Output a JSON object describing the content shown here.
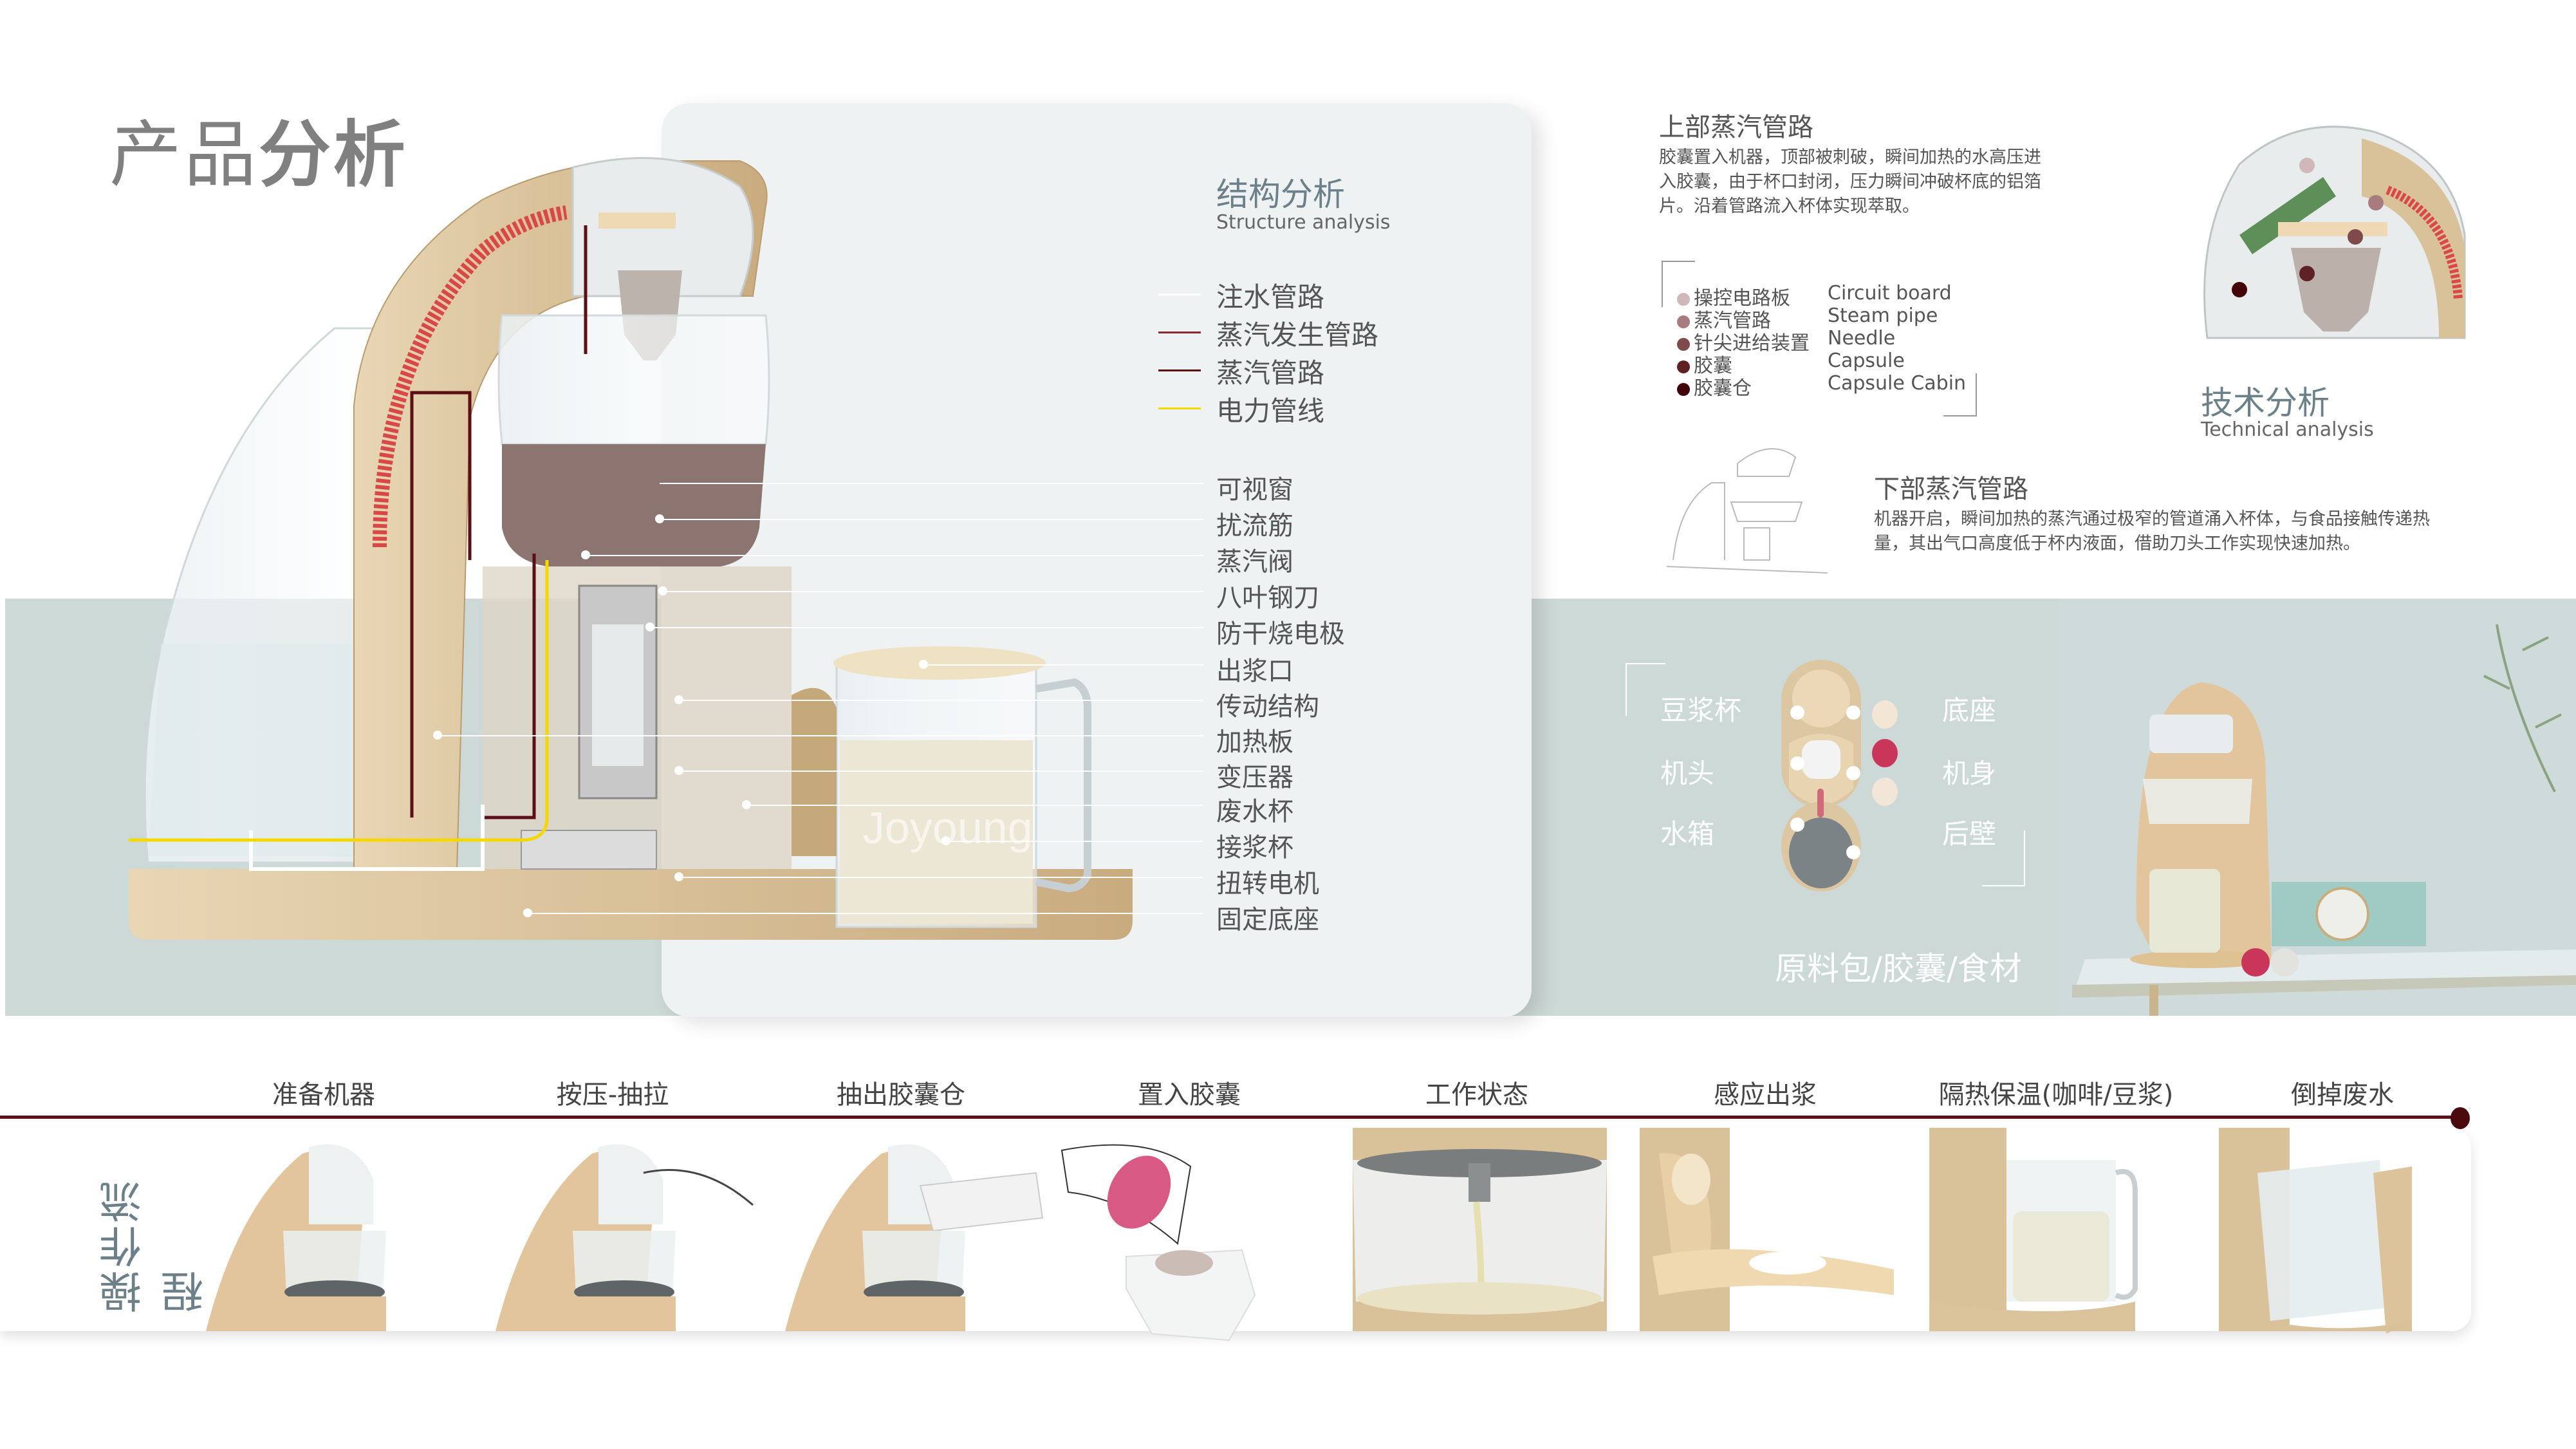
{
  "page": {
    "title_light": "产品",
    "title_bold": "分析"
  },
  "structure": {
    "title": "结构分析",
    "subtitle": "Structure analysis",
    "legend": [
      {
        "label": "注水管路",
        "color": "#ffffff"
      },
      {
        "label": "蒸汽发生管路",
        "color": "#8a2a2e"
      },
      {
        "label": "蒸汽管路",
        "color": "#5a1015"
      },
      {
        "label": "电力管线",
        "color": "#f5d800"
      }
    ],
    "parts": [
      "可视窗",
      "扰流筋",
      "蒸汽阀",
      "八叶钢刀",
      "防干烧电极",
      "出浆口",
      "传动结构",
      "加热板",
      "变压器",
      "废水杯",
      "接浆杯",
      "扭转电机",
      "固定底座"
    ],
    "brand_on_jug": "Joyoung"
  },
  "technical": {
    "title": "技术分析",
    "subtitle": "Technical analysis",
    "upper": {
      "title": "上部蒸汽管路",
      "text": "胶囊置入机器，顶部被刺破，瞬间加热的水高压进入胶囊，由于杯口封闭，压力瞬间冲破杯底的铝箔片。沿着管路流入杯体实现萃取。"
    },
    "components": [
      {
        "zh": "操控电路板",
        "en": "Circuit board",
        "color": "#d1b8b8"
      },
      {
        "zh": "蒸汽管路",
        "en": "Steam pipe",
        "color": "#a87c7c"
      },
      {
        "zh": "针尖进给装置",
        "en": "Needle",
        "color": "#7f4a4c"
      },
      {
        "zh": "胶囊",
        "en": "Capsule",
        "color": "#5e2224"
      },
      {
        "zh": "胶囊仓",
        "en": "Capsule Cabin",
        "color": "#420407"
      }
    ],
    "lower": {
      "title": "下部蒸汽管路",
      "text": "机器开启，瞬间加热的蒸汽通过极窄的管道涌入杯体，与食品接触传递热量，其出气口高度低于杯内液面，借助刀头工作实现快速加热。"
    }
  },
  "topview": {
    "left_labels": [
      "豆浆杯",
      "机头",
      "水箱"
    ],
    "right_labels": [
      "底座",
      "机身",
      "后壁"
    ],
    "caption": "原料包/胶囊/食材"
  },
  "operation": {
    "title": "操作流程",
    "steps": [
      "准备机器",
      "按压-抽拉",
      "抽出胶囊仓",
      "置入胶囊",
      "工作状态",
      "感应出浆",
      "隔热保温(咖啡/豆浆)",
      "倒掉废水"
    ]
  },
  "colors": {
    "band": "#cdd9d7",
    "panel": "#eef2f3",
    "machine_beige": "#d9c19a",
    "timeline": "#5a1015",
    "accent_title": "#6b8088"
  }
}
